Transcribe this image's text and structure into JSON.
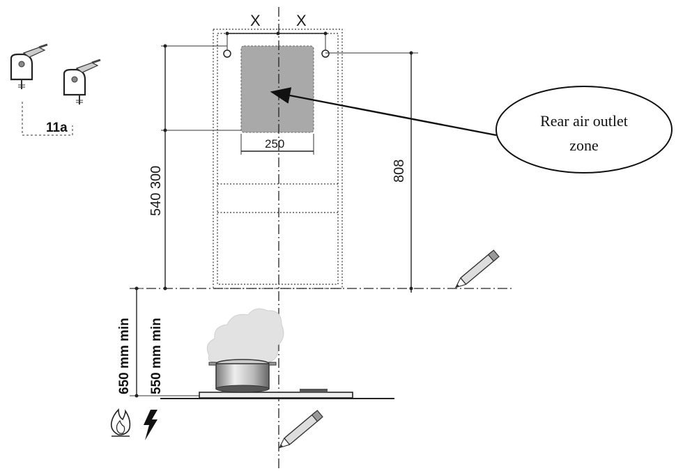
{
  "dimensions": {
    "x_left": "X",
    "x_right": "X",
    "width_250": "250",
    "height_540_300": "540 300",
    "height_808": "808",
    "clearance_650": "650 mm min",
    "clearance_550": "550 mm min"
  },
  "callout": {
    "line1": "Rear air outlet",
    "line2": "zone"
  },
  "figure_ref": "11a",
  "icons": {
    "bracket": "mounting-bracket-icon",
    "flame": "gas-flame-icon",
    "electric": "lightning-bolt-icon",
    "pencil": "pencil-icon"
  },
  "colors": {
    "outlet_zone": "#a9a9a9",
    "line": "#222222"
  }
}
